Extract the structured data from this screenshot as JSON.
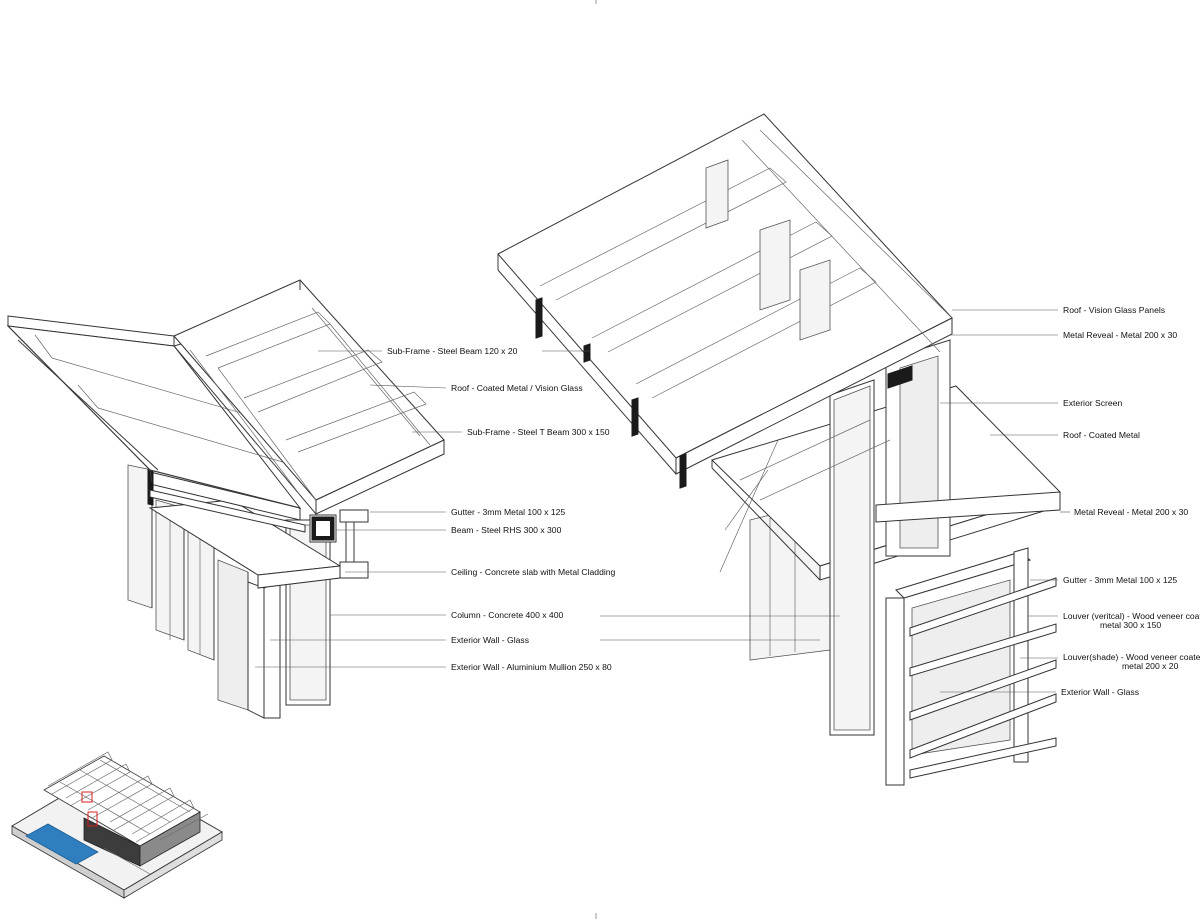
{
  "left_detail": {
    "labels": [
      "Sub-Frame - Steel Beam 120 x 20",
      "Roof - Coated Metal / Vision Glass",
      "Sub-Frame - Steel T Beam 300 x 150",
      "Gutter - 3mm Metal 100 x 125",
      "Beam - Steel RHS 300 x 300",
      "Ceiling - Concrete slab with Metal Cladding",
      "Column - Concrete 400 x 400",
      "Exterior Wall - Glass",
      "Exterior Wall - Aluminium Mullion 250 x 80"
    ]
  },
  "right_detail": {
    "labels": [
      "Roof - Vision Glass Panels",
      "Metal Reveal - Metal 200 x 30",
      "Exterior Screen",
      "Roof - Coated Metal",
      "Metal Reveal - Metal 200 x 30",
      "Gutter - 3mm Metal 100 x 125",
      "Louver (veritcal) - Wood veneer coated",
      "metal 300 x 150",
      "Louver(shade) - Wood veneer coated",
      "metal 200 x 20",
      "Exterior Wall - Glass"
    ]
  },
  "key_plan": {
    "highlight_color": "#d42020",
    "water_color": "#2f7fc0"
  }
}
